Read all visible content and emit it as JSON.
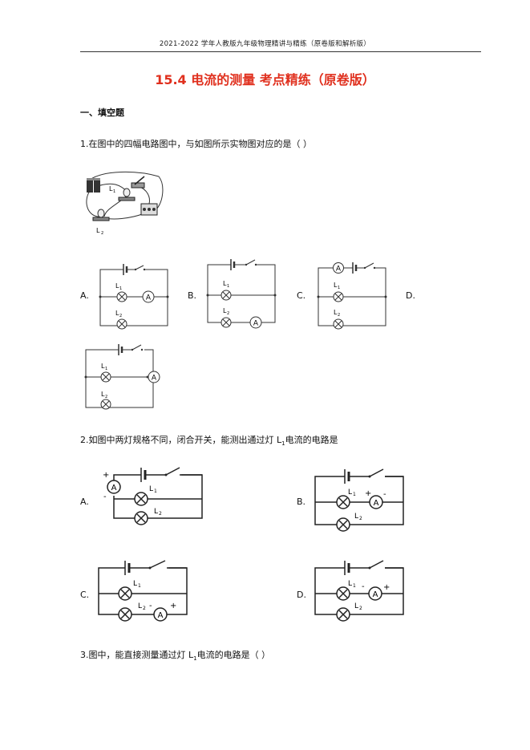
{
  "header": {
    "text": "2021-2022 学年人教版九年级物理精讲与精练（原卷版和解析版）"
  },
  "title": "15.4 电流的测量  考点精练（原卷版）",
  "section": "一、填空题",
  "questions": [
    {
      "number": "1",
      "text": "1.在图中的四幅电路图中，与如图所示实物图对应的是（   ）",
      "options": [
        "A.",
        "B.",
        "C.",
        "D."
      ]
    },
    {
      "number": "2",
      "text_before": "2.如图中两灯规格不同，闭合开关，能测出通过灯 L",
      "sub": "1",
      "text_after": "电流的电路是",
      "options": [
        "A.",
        "B.",
        "C.",
        "D."
      ]
    },
    {
      "number": "3",
      "text_before": "3.图中，能直接测量通过灯 L",
      "sub": "1",
      "text_after": "电流的电路是（        ）"
    }
  ],
  "symbols": {
    "lamp1": "L",
    "lamp2": "L",
    "sub1": "1",
    "sub2": "2",
    "ammeter": "A",
    "plus": "+",
    "minus": "-"
  }
}
